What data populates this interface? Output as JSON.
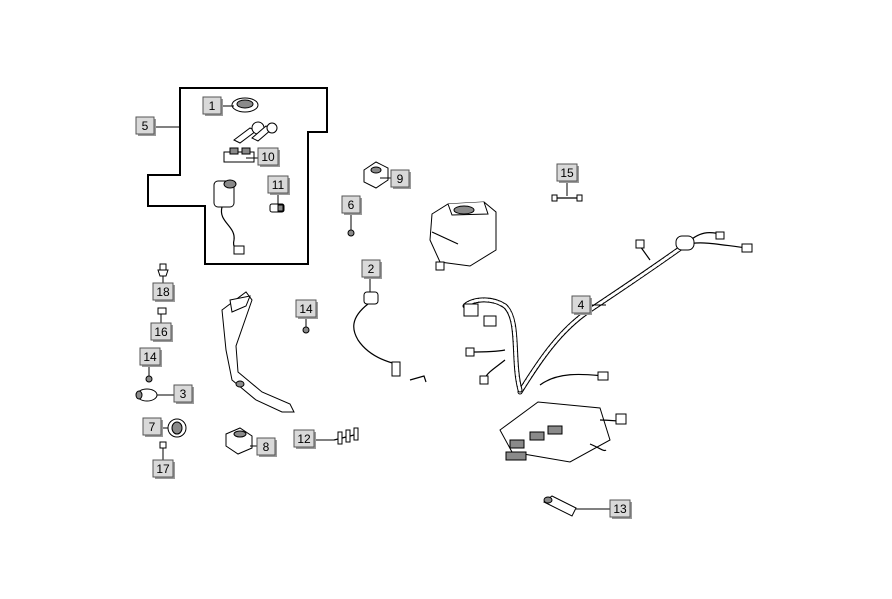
{
  "callouts": [
    {
      "id": "c1",
      "label": "1"
    },
    {
      "id": "c2",
      "label": "2"
    },
    {
      "id": "c3",
      "label": "3"
    },
    {
      "id": "c4",
      "label": "4"
    },
    {
      "id": "c5",
      "label": "5"
    },
    {
      "id": "c6",
      "label": "6"
    },
    {
      "id": "c7",
      "label": "7"
    },
    {
      "id": "c8",
      "label": "8"
    },
    {
      "id": "c9",
      "label": "9"
    },
    {
      "id": "c10",
      "label": "10"
    },
    {
      "id": "c11",
      "label": "11"
    },
    {
      "id": "c12",
      "label": "12"
    },
    {
      "id": "c13",
      "label": "13"
    },
    {
      "id": "c14a",
      "label": "14"
    },
    {
      "id": "c14b",
      "label": "14"
    },
    {
      "id": "c15",
      "label": "15"
    },
    {
      "id": "c16",
      "label": "16"
    },
    {
      "id": "c17",
      "label": "17"
    },
    {
      "id": "c18",
      "label": "18"
    }
  ]
}
